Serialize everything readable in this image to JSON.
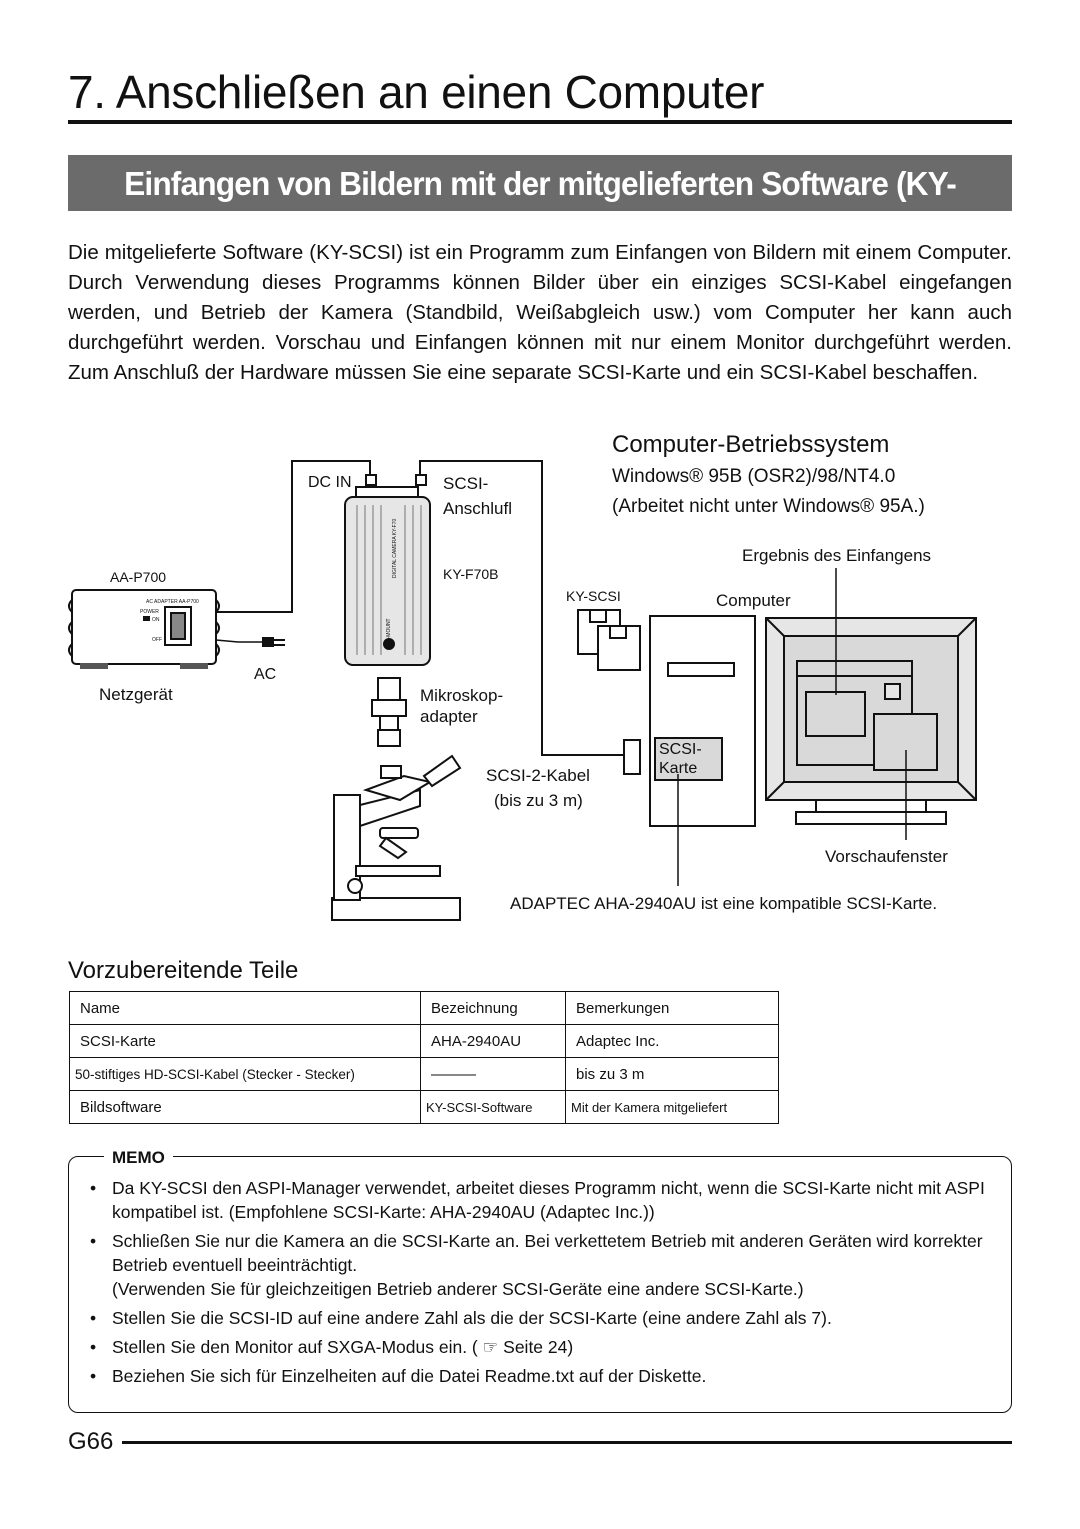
{
  "title": "7. Anschließen an einen Computer",
  "banner": "Einfangen von Bildern mit der mitgelieferten Software (KY-SCSI)",
  "intro": "Die mitgelieferte Software (KY-SCSI) ist ein Programm zum Einfangen von Bildern mit einem Computer. Durch Verwendung dieses Programms können Bilder über ein einziges SCSI-Kabel eingefangen werden, und Betrieb der Kamera (Standbild, Weißabgleich usw.) vom Computer her kann auch durchgeführt werden. Vorschau und Einfangen können mit nur einem Monitor durchgeführt werden. Zum Anschluß der Hardware müssen Sie eine separate SCSI-Karte und ein SCSI-Kabel beschaffen.",
  "os": {
    "title": "Computer-Betriebssystem",
    "line1": "Windows® 95B (OSR2)/98/NT4.0",
    "line2": "(Arbeitet nicht unter Windows® 95A.)"
  },
  "diagram": {
    "dc_in": "DC IN",
    "scsi_conn_1": "SCSI-",
    "scsi_conn_2": "Anschlufl",
    "camera_model": "KY-F70B",
    "camera_side_text": "DIGITAL CAMERA KY-F70",
    "camera_mount": "C-MOUNT",
    "adapter_model": "AA-P700",
    "adapter_panel_text": "AC ADAPTER AA-P700",
    "power_label": "POWER",
    "on_label": "ON",
    "off_label": "OFF",
    "ac": "AC",
    "power_supply": "Netzgerät",
    "micro_adapter_1": "Mikroskop-",
    "micro_adapter_2": "adapter",
    "cable_1": "SCSI-2-Kabel",
    "cable_2": "(bis zu 3 m)",
    "software": "KY-SCSI",
    "computer": "Computer",
    "capture_result": "Ergebnis des Einfangens",
    "scsi_card_1": "SCSI-",
    "scsi_card_2": "Karte",
    "preview_window": "Vorschaufenster",
    "adaptec_note": "ADAPTEC AHA-2940AU ist eine kompatible SCSI-Karte."
  },
  "parts": {
    "heading": "Vorzubereitende Teile",
    "headers": [
      "Name",
      "Bezeichnung",
      "Bemerkungen"
    ],
    "rows": [
      [
        "SCSI-Karte",
        "AHA-2940AU",
        "Adaptec Inc."
      ],
      [
        "50-stiftiges HD-SCSI-Kabel (Stecker - Stecker)",
        "———",
        "bis zu 3 m"
      ],
      [
        "Bildsoftware",
        "KY-SCSI-Software",
        "Mit der Kamera mitgeliefert"
      ]
    ]
  },
  "memo": {
    "label": "MEMO",
    "bullet": "•",
    "items": [
      "Da KY-SCSI den ASPI-Manager verwendet, arbeitet dieses Programm nicht, wenn die SCSI-Karte nicht mit ASPI kompatibel ist. (Empfohlene SCSI-Karte: AHA-2940AU (Adaptec Inc.))",
      "Schließen Sie nur die Kamera an die SCSI-Karte an. Bei verkettetem Betrieb mit anderen Geräten wird korrekter Betrieb eventuell beeinträchtigt.",
      "Stellen Sie die SCSI-ID auf eine andere Zahl als die der SCSI-Karte (eine andere Zahl als 7).",
      "Stellen Sie den Monitor auf SXGA-Modus ein. ( ☞ Seite 24)",
      "Beziehen Sie sich für Einzelheiten auf die Datei Readme.txt auf der Diskette."
    ],
    "item2_note": "(Verwenden Sie für gleichzeitigen Betrieb anderer SCSI-Geräte eine andere SCSI-Karte.)"
  },
  "page_number": "G66"
}
